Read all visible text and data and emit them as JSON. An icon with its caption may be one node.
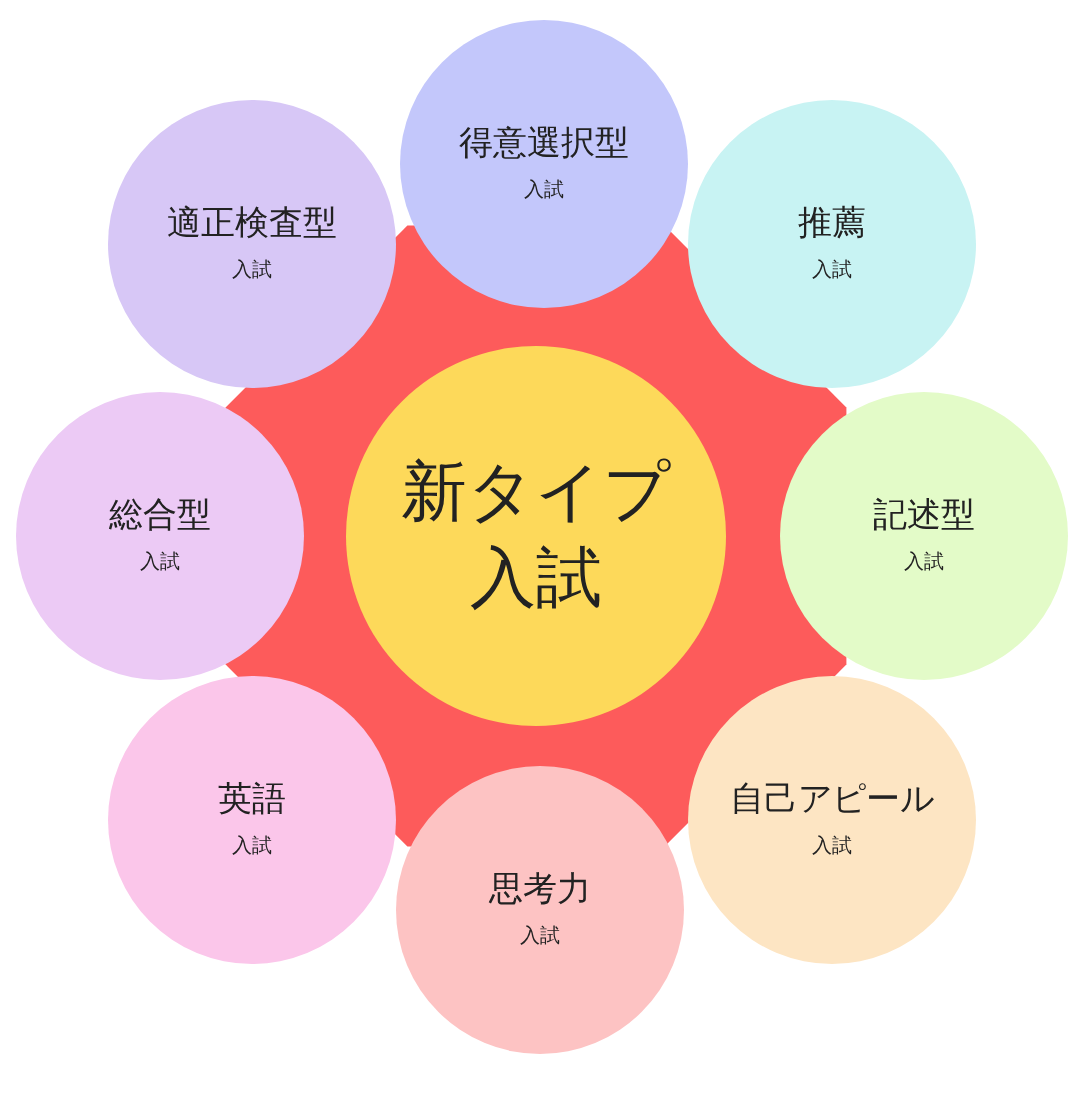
{
  "diagram": {
    "nodes": [
      {
        "text": [
          "新タイプ入試"
        ]
      },
      {
        "text": [
          "得意選択型",
          "入試"
        ]
      },
      {
        "text": [
          "推薦",
          "入試"
        ]
      },
      {
        "text": [
          "記述型",
          "入試"
        ]
      },
      {
        "text": [
          "自己アピール",
          "入試"
        ]
      },
      {
        "text": [
          "思考力",
          "入試"
        ]
      },
      {
        "text": [
          "英語",
          "入試"
        ]
      },
      {
        "text": [
          "総合型",
          "入試"
        ]
      },
      {
        "text": [
          "適正検査型",
          "入試"
        ]
      }
    ]
  }
}
